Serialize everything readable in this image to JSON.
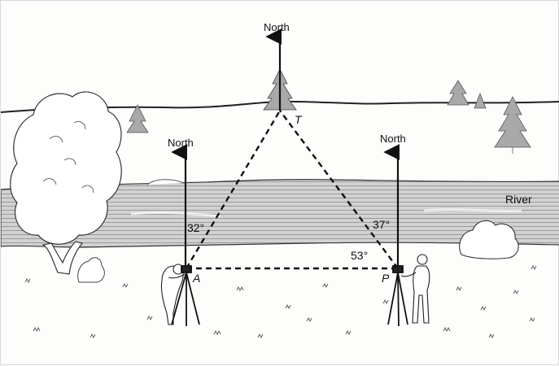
{
  "labels": {
    "north_top": "North",
    "north_left": "North",
    "north_right": "North",
    "river": "River",
    "point_a": "A",
    "point_p": "P",
    "point_t": "T",
    "angle_a": "32°",
    "angle_p_north": "37°",
    "angle_p_base": "53°"
  },
  "colors": {
    "ink": "#111111",
    "river_band": "#c9c9c9",
    "tree_fill": "#a9a9a9",
    "background": "#fdfdfb"
  },
  "icons": [
    "north-arrow-icon",
    "tree-icon",
    "surveyor-icon",
    "tripod-icon",
    "bush-icon"
  ]
}
